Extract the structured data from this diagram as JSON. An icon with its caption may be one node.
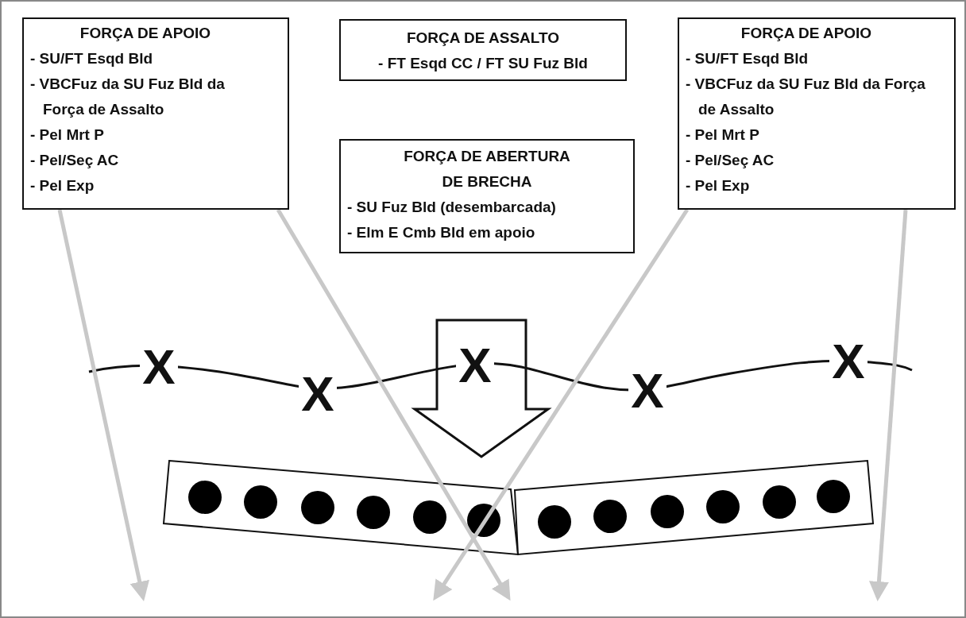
{
  "diagram": {
    "nodes": [
      {
        "text": [
          "FORÇA DE APOIO",
          "- SU/FT Esqd Bld",
          "- VBCFuz da SU Fuz Bld da Força de Assalto",
          "- Pel Mrt P",
          "- Pel/Seç AC",
          "- Pel Exp"
        ]
      },
      {
        "text": [
          "FORÇA DE ASSALTO",
          "- FT Esqd CC / FT SU Fuz Bld"
        ]
      },
      {
        "text": [
          "FORÇA DE ABERTURA DE BRECHA",
          "- SU Fuz Bld (desembarcada)",
          "- Elm E Cmb Bld em apoio"
        ]
      },
      {
        "text": [
          "FORÇA DE APOIO",
          "- SU/FT Esqd Bld",
          "- VBCFuz da SU Fuz Bld da Força de Assalto",
          "- Pel Mrt P",
          "- Pel/Seç AC",
          "- Pel Exp"
        ]
      }
    ],
    "edges": [
      {
        "from": 0,
        "to": null,
        "arrow": "to"
      },
      {
        "from": 0,
        "to": null,
        "arrow": "to"
      },
      {
        "from": 3,
        "to": null,
        "arrow": "to"
      },
      {
        "from": 3,
        "to": null,
        "arrow": "to"
      }
    ],
    "labels": [
      "X",
      "X",
      "X",
      "X",
      "X"
    ]
  }
}
